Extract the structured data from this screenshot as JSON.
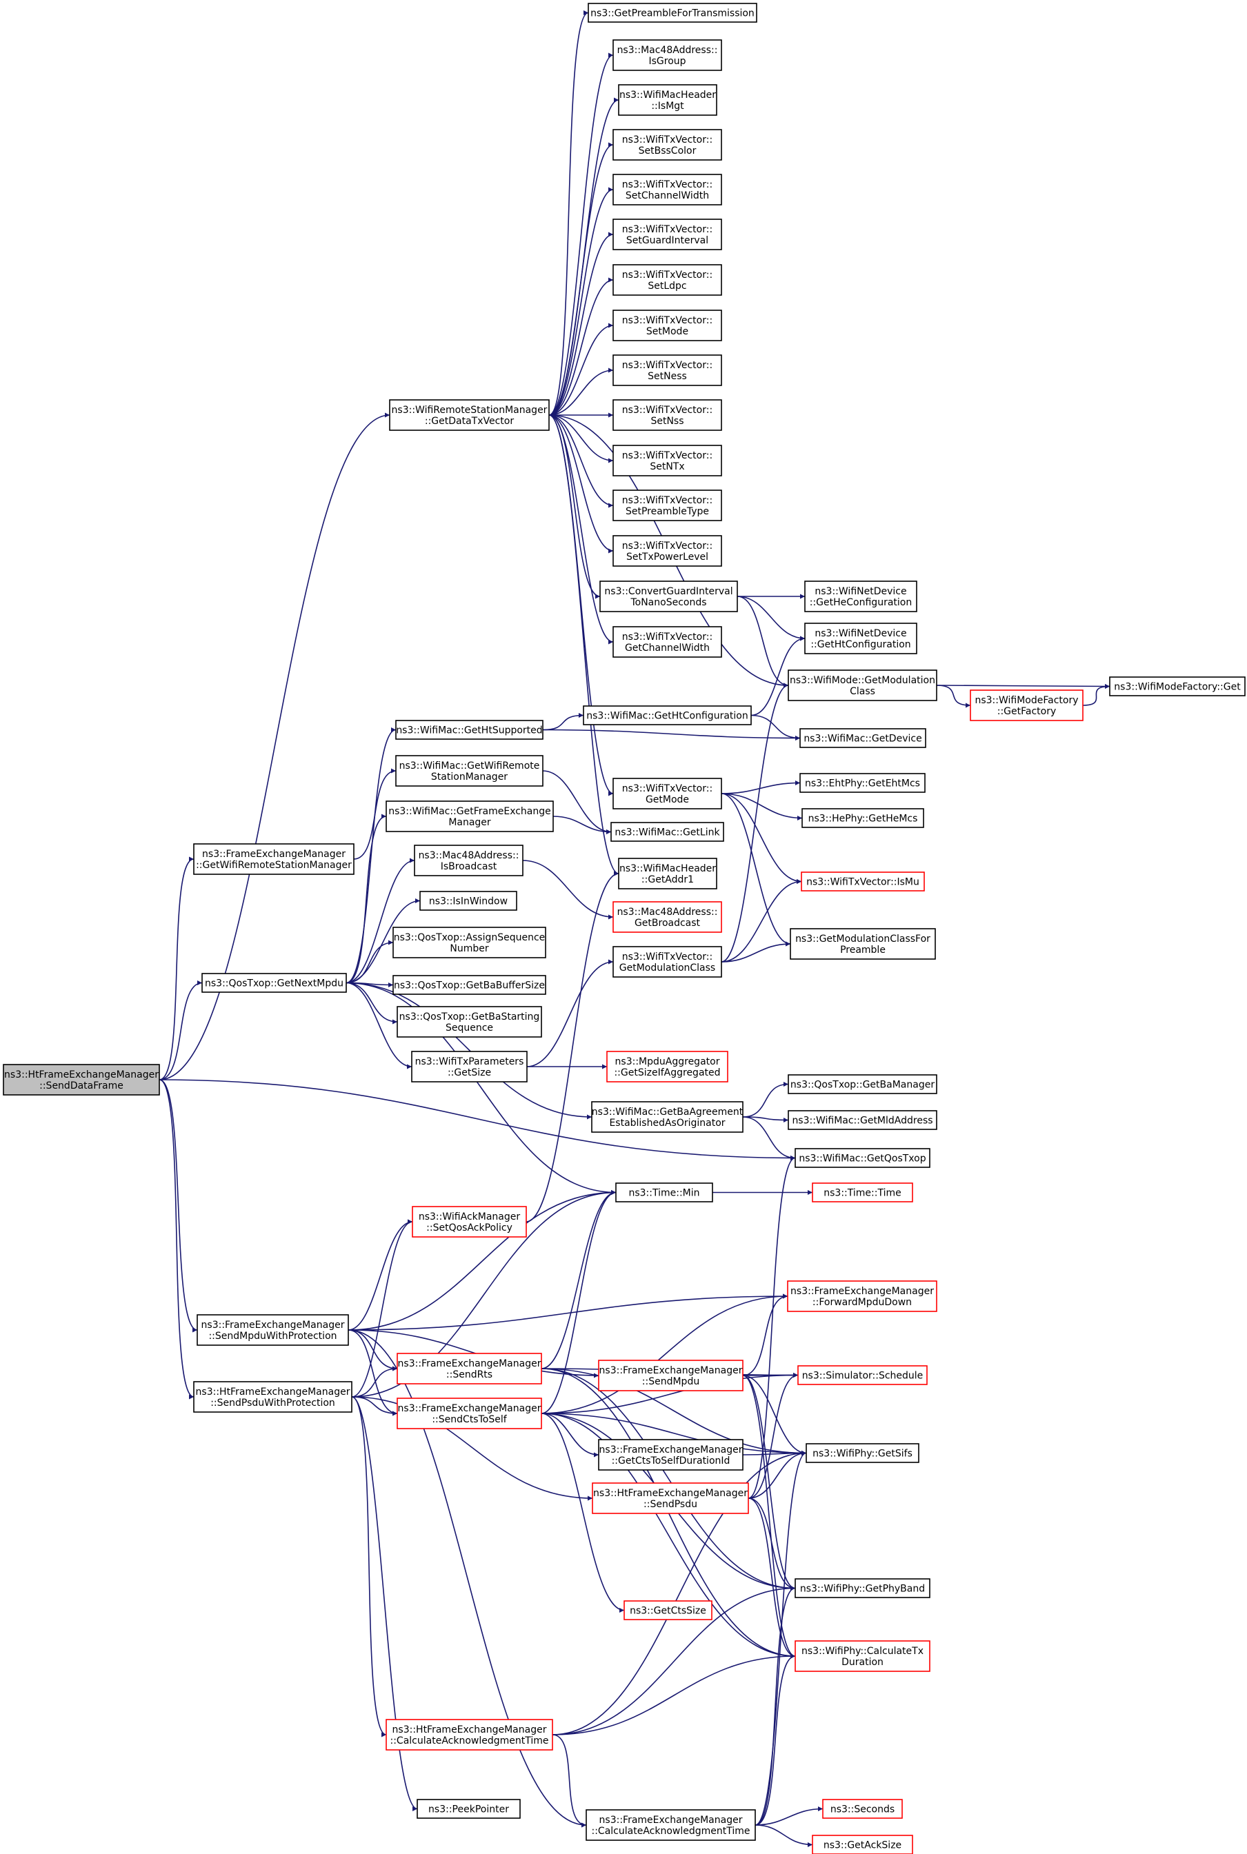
{
  "colors": {
    "edge": "#191970",
    "node_border": "#000000",
    "node_border_truncated": "#ff0000",
    "root_fill": "#bfbfbf",
    "node_fill": "#ffffff"
  },
  "root": "sendDataFrame",
  "nodes": [
    {
      "id": "sendDataFrame",
      "lines": [
        "ns3::HtFrameExchangeManager",
        "::SendDataFrame"
      ],
      "truncated": false
    },
    {
      "id": "getPreamble",
      "lines": [
        "ns3::GetPreambleForTransmission"
      ],
      "truncated": false
    },
    {
      "id": "isGroup",
      "lines": [
        "ns3::Mac48Address::",
        "IsGroup"
      ],
      "truncated": false
    },
    {
      "id": "isMgt",
      "lines": [
        "ns3::WifiMacHeader",
        "::IsMgt"
      ],
      "truncated": false
    },
    {
      "id": "setBssColor",
      "lines": [
        "ns3::WifiTxVector::",
        "SetBssColor"
      ],
      "truncated": false
    },
    {
      "id": "setChannelWidth",
      "lines": [
        "ns3::WifiTxVector::",
        "SetChannelWidth"
      ],
      "truncated": false
    },
    {
      "id": "setGuardInterval",
      "lines": [
        "ns3::WifiTxVector::",
        "SetGuardInterval"
      ],
      "truncated": false
    },
    {
      "id": "setLdpc",
      "lines": [
        "ns3::WifiTxVector::",
        "SetLdpc"
      ],
      "truncated": false
    },
    {
      "id": "setMode",
      "lines": [
        "ns3::WifiTxVector::",
        "SetMode"
      ],
      "truncated": false
    },
    {
      "id": "setNess",
      "lines": [
        "ns3::WifiTxVector::",
        "SetNess"
      ],
      "truncated": false
    },
    {
      "id": "getDataTxVector",
      "lines": [
        "ns3::WifiRemoteStationManager",
        "::GetDataTxVector"
      ],
      "truncated": false
    },
    {
      "id": "setNss",
      "lines": [
        "ns3::WifiTxVector::",
        "SetNss"
      ],
      "truncated": false
    },
    {
      "id": "setNTx",
      "lines": [
        "ns3::WifiTxVector::",
        "SetNTx"
      ],
      "truncated": false
    },
    {
      "id": "setPreambleType",
      "lines": [
        "ns3::WifiTxVector::",
        "SetPreambleType"
      ],
      "truncated": false
    },
    {
      "id": "setTxPowerLevel",
      "lines": [
        "ns3::WifiTxVector::",
        "SetTxPowerLevel"
      ],
      "truncated": false
    },
    {
      "id": "convertGI",
      "lines": [
        "ns3::ConvertGuardInterval",
        "ToNanoSeconds"
      ],
      "truncated": false
    },
    {
      "id": "getHeConfiguration",
      "lines": [
        "ns3::WifiNetDevice",
        "::GetHeConfiguration"
      ],
      "truncated": false
    },
    {
      "id": "getChannelWidth",
      "lines": [
        "ns3::WifiTxVector::",
        "GetChannelWidth"
      ],
      "truncated": false
    },
    {
      "id": "netDevGetHtConfiguration",
      "lines": [
        "ns3::WifiNetDevice",
        "::GetHtConfiguration"
      ],
      "truncated": false
    },
    {
      "id": "modeGetModulationClass",
      "lines": [
        "ns3::WifiMode::GetModulation",
        "Class"
      ],
      "truncated": false
    },
    {
      "id": "factoryGet",
      "lines": [
        "ns3::WifiModeFactory::Get"
      ],
      "truncated": false
    },
    {
      "id": "getFactory",
      "lines": [
        "ns3::WifiModeFactory",
        "::GetFactory"
      ],
      "truncated": true
    },
    {
      "id": "getHtSupported",
      "lines": [
        "ns3::WifiMac::GetHtSupported"
      ],
      "truncated": false
    },
    {
      "id": "macGetHtConfiguration",
      "lines": [
        "ns3::WifiMac::GetHtConfiguration"
      ],
      "truncated": false
    },
    {
      "id": "getDevice",
      "lines": [
        "ns3::WifiMac::GetDevice"
      ],
      "truncated": false
    },
    {
      "id": "macGetWifiRemote",
      "lines": [
        "ns3::WifiMac::GetWifiRemote",
        "StationManager"
      ],
      "truncated": false
    },
    {
      "id": "txvGetMode",
      "lines": [
        "ns3::WifiTxVector::",
        "GetMode"
      ],
      "truncated": false
    },
    {
      "id": "getEhtMcs",
      "lines": [
        "ns3::EhtPhy::GetEhtMcs"
      ],
      "truncated": false
    },
    {
      "id": "getHeMcs",
      "lines": [
        "ns3::HePhy::GetHeMcs"
      ],
      "truncated": false
    },
    {
      "id": "fem_getWifiRemote",
      "lines": [
        "ns3::FrameExchangeManager",
        "::GetWifiRemoteStationManager"
      ],
      "truncated": false
    },
    {
      "id": "getFrameExchangeManager",
      "lines": [
        "ns3::WifiMac::GetFrameExchange",
        "Manager"
      ],
      "truncated": false
    },
    {
      "id": "getLink",
      "lines": [
        "ns3::WifiMac::GetLink"
      ],
      "truncated": false
    },
    {
      "id": "isBroadcast",
      "lines": [
        "ns3::Mac48Address::",
        "IsBroadcast"
      ],
      "truncated": false
    },
    {
      "id": "getAddr1",
      "lines": [
        "ns3::WifiMacHeader",
        "::GetAddr1"
      ],
      "truncated": false
    },
    {
      "id": "isMu",
      "lines": [
        "ns3::WifiTxVector::IsMu"
      ],
      "truncated": true
    },
    {
      "id": "getBroadcast",
      "lines": [
        "ns3::Mac48Address::",
        "GetBroadcast"
      ],
      "truncated": true
    },
    {
      "id": "isInWindow",
      "lines": [
        "ns3::IsInWindow"
      ],
      "truncated": false
    },
    {
      "id": "assignSeq",
      "lines": [
        "ns3::QosTxop::AssignSequence",
        "Number"
      ],
      "truncated": false
    },
    {
      "id": "txvGetModulationClass",
      "lines": [
        "ns3::WifiTxVector::",
        "GetModulationClass"
      ],
      "truncated": false
    },
    {
      "id": "getModClassForPreamble",
      "lines": [
        "ns3::GetModulationClassFor",
        "Preamble"
      ],
      "truncated": false
    },
    {
      "id": "getNextMpdu",
      "lines": [
        "ns3::QosTxop::GetNextMpdu"
      ],
      "truncated": false
    },
    {
      "id": "getBaBufferSize",
      "lines": [
        "ns3::QosTxop::GetBaBufferSize"
      ],
      "truncated": false
    },
    {
      "id": "getBaStartingSeq",
      "lines": [
        "ns3::QosTxop::GetBaStarting",
        "Sequence"
      ],
      "truncated": false
    },
    {
      "id": "txParamsGetSize",
      "lines": [
        "ns3::WifiTxParameters",
        "::GetSize"
      ],
      "truncated": false
    },
    {
      "id": "getSizeIfAggregated",
      "lines": [
        "ns3::MpduAggregator",
        "::GetSizeIfAggregated"
      ],
      "truncated": true
    },
    {
      "id": "getBaManager",
      "lines": [
        "ns3::QosTxop::GetBaManager"
      ],
      "truncated": false
    },
    {
      "id": "getBaAgreement",
      "lines": [
        "ns3::WifiMac::GetBaAgreement",
        "EstablishedAsOriginator"
      ],
      "truncated": false
    },
    {
      "id": "getMldAddress",
      "lines": [
        "ns3::WifiMac::GetMldAddress"
      ],
      "truncated": false
    },
    {
      "id": "getQosTxop",
      "lines": [
        "ns3::WifiMac::GetQosTxop"
      ],
      "truncated": false
    },
    {
      "id": "timeMin",
      "lines": [
        "ns3::Time::Min"
      ],
      "truncated": false
    },
    {
      "id": "timeTime",
      "lines": [
        "ns3::Time::Time"
      ],
      "truncated": true
    },
    {
      "id": "setQosAckPolicy",
      "lines": [
        "ns3::WifiAckManager",
        "::SetQosAckPolicy"
      ],
      "truncated": true
    },
    {
      "id": "forwardMpduDown",
      "lines": [
        "ns3::FrameExchangeManager",
        "::ForwardMpduDown"
      ],
      "truncated": true
    },
    {
      "id": "sendMpduWithProtection",
      "lines": [
        "ns3::FrameExchangeManager",
        "::SendMpduWithProtection"
      ],
      "truncated": false
    },
    {
      "id": "sendRts",
      "lines": [
        "ns3::FrameExchangeManager",
        "::SendRts"
      ],
      "truncated": true
    },
    {
      "id": "femSendMpdu",
      "lines": [
        "ns3::FrameExchangeManager",
        "::SendMpdu"
      ],
      "truncated": true
    },
    {
      "id": "schedule",
      "lines": [
        "ns3::Simulator::Schedule"
      ],
      "truncated": true
    },
    {
      "id": "sendPsduWithProtection",
      "lines": [
        "ns3::HtFrameExchangeManager",
        "::SendPsduWithProtection"
      ],
      "truncated": false
    },
    {
      "id": "sendCtsToSelf",
      "lines": [
        "ns3::FrameExchangeManager",
        "::SendCtsToSelf"
      ],
      "truncated": true
    },
    {
      "id": "getCtsToSelfDurationId",
      "lines": [
        "ns3::FrameExchangeManager",
        "::GetCtsToSelfDurationId"
      ],
      "truncated": false
    },
    {
      "id": "getSifs",
      "lines": [
        "ns3::WifiPhy::GetSifs"
      ],
      "truncated": false
    },
    {
      "id": "htSendPsdu",
      "lines": [
        "ns3::HtFrameExchangeManager",
        "::SendPsdu"
      ],
      "truncated": true
    },
    {
      "id": "getPhyBand",
      "lines": [
        "ns3::WifiPhy::GetPhyBand"
      ],
      "truncated": false
    },
    {
      "id": "getCtsSize",
      "lines": [
        "ns3::GetCtsSize"
      ],
      "truncated": true
    },
    {
      "id": "calcTxDuration",
      "lines": [
        "ns3::WifiPhy::CalculateTx",
        "Duration"
      ],
      "truncated": true
    },
    {
      "id": "htCalcAckTime",
      "lines": [
        "ns3::HtFrameExchangeManager",
        "::CalculateAcknowledgmentTime"
      ],
      "truncated": true
    },
    {
      "id": "peekPointer",
      "lines": [
        "ns3::PeekPointer"
      ],
      "truncated": false
    },
    {
      "id": "seconds",
      "lines": [
        "ns3::Seconds"
      ],
      "truncated": true
    },
    {
      "id": "femCalcAckTime",
      "lines": [
        "ns3::FrameExchangeManager",
        "::CalculateAcknowledgmentTime"
      ],
      "truncated": false
    },
    {
      "id": "getAckSize",
      "lines": [
        "ns3::GetAckSize"
      ],
      "truncated": true
    }
  ],
  "edges": [
    [
      "sendDataFrame",
      "getDataTxVector"
    ],
    [
      "sendDataFrame",
      "fem_getWifiRemote"
    ],
    [
      "sendDataFrame",
      "getNextMpdu"
    ],
    [
      "sendDataFrame",
      "getQosTxop"
    ],
    [
      "sendDataFrame",
      "sendMpduWithProtection"
    ],
    [
      "sendDataFrame",
      "sendPsduWithProtection"
    ],
    [
      "getDataTxVector",
      "getPreamble"
    ],
    [
      "getDataTxVector",
      "isGroup"
    ],
    [
      "getDataTxVector",
      "isMgt"
    ],
    [
      "getDataTxVector",
      "setBssColor"
    ],
    [
      "getDataTxVector",
      "setChannelWidth"
    ],
    [
      "getDataTxVector",
      "setGuardInterval"
    ],
    [
      "getDataTxVector",
      "setLdpc"
    ],
    [
      "getDataTxVector",
      "setMode"
    ],
    [
      "getDataTxVector",
      "setNess"
    ],
    [
      "getDataTxVector",
      "setNss"
    ],
    [
      "getDataTxVector",
      "setNTx"
    ],
    [
      "getDataTxVector",
      "setPreambleType"
    ],
    [
      "getDataTxVector",
      "setTxPowerLevel"
    ],
    [
      "getDataTxVector",
      "convertGI"
    ],
    [
      "getDataTxVector",
      "getChannelWidth"
    ],
    [
      "getDataTxVector",
      "modeGetModulationClass"
    ],
    [
      "getDataTxVector",
      "txvGetMode"
    ],
    [
      "getDataTxVector",
      "getAddr1"
    ],
    [
      "convertGI",
      "getHeConfiguration"
    ],
    [
      "convertGI",
      "netDevGetHtConfiguration"
    ],
    [
      "convertGI",
      "modeGetModulationClass"
    ],
    [
      "modeGetModulationClass",
      "factoryGet"
    ],
    [
      "modeGetModulationClass",
      "getFactory"
    ],
    [
      "getFactory",
      "factoryGet"
    ],
    [
      "getHtSupported",
      "macGetHtConfiguration"
    ],
    [
      "getHtSupported",
      "getDevice"
    ],
    [
      "macGetHtConfiguration",
      "netDevGetHtConfiguration"
    ],
    [
      "macGetHtConfiguration",
      "getDevice"
    ],
    [
      "macGetWifiRemote",
      "getLink"
    ],
    [
      "getFrameExchangeManager",
      "getLink"
    ],
    [
      "fem_getWifiRemote",
      "macGetWifiRemote"
    ],
    [
      "txvGetMode",
      "getEhtMcs"
    ],
    [
      "txvGetMode",
      "getHeMcs"
    ],
    [
      "txvGetMode",
      "isMu"
    ],
    [
      "txvGetMode",
      "getModClassForPreamble"
    ],
    [
      "isBroadcast",
      "getBroadcast"
    ],
    [
      "txvGetModulationClass",
      "modeGetModulationClass"
    ],
    [
      "txvGetModulationClass",
      "isMu"
    ],
    [
      "txvGetModulationClass",
      "getModClassForPreamble"
    ],
    [
      "getNextMpdu",
      "getHtSupported"
    ],
    [
      "getNextMpdu",
      "getFrameExchangeManager"
    ],
    [
      "getNextMpdu",
      "isBroadcast"
    ],
    [
      "getNextMpdu",
      "isInWindow"
    ],
    [
      "getNextMpdu",
      "assignSeq"
    ],
    [
      "getNextMpdu",
      "getBaBufferSize"
    ],
    [
      "getNextMpdu",
      "getBaStartingSeq"
    ],
    [
      "getNextMpdu",
      "txParamsGetSize"
    ],
    [
      "getNextMpdu",
      "getBaAgreement"
    ],
    [
      "getNextMpdu",
      "timeMin"
    ],
    [
      "txParamsGetSize",
      "txvGetModulationClass"
    ],
    [
      "txParamsGetSize",
      "getSizeIfAggregated"
    ],
    [
      "getBaAgreement",
      "getBaManager"
    ],
    [
      "getBaAgreement",
      "getMldAddress"
    ],
    [
      "getBaAgreement",
      "getQosTxop"
    ],
    [
      "timeMin",
      "timeTime"
    ],
    [
      "setQosAckPolicy",
      "getAddr1"
    ],
    [
      "sendMpduWithProtection",
      "setQosAckPolicy"
    ],
    [
      "sendMpduWithProtection",
      "timeMin"
    ],
    [
      "sendMpduWithProtection",
      "forwardMpduDown"
    ],
    [
      "sendMpduWithProtection",
      "sendRts"
    ],
    [
      "sendMpduWithProtection",
      "femSendMpdu"
    ],
    [
      "sendMpduWithProtection",
      "sendCtsToSelf"
    ],
    [
      "sendMpduWithProtection",
      "femCalcAckTime"
    ],
    [
      "sendPsduWithProtection",
      "setQosAckPolicy"
    ],
    [
      "sendPsduWithProtection",
      "timeMin"
    ],
    [
      "sendPsduWithProtection",
      "sendRts"
    ],
    [
      "sendPsduWithProtection",
      "sendCtsToSelf"
    ],
    [
      "sendPsduWithProtection",
      "htSendPsdu"
    ],
    [
      "sendPsduWithProtection",
      "htCalcAckTime"
    ],
    [
      "sendPsduWithProtection",
      "peekPointer"
    ],
    [
      "sendRts",
      "timeMin"
    ],
    [
      "sendRts",
      "schedule"
    ],
    [
      "sendRts",
      "getSifs"
    ],
    [
      "sendRts",
      "getPhyBand"
    ],
    [
      "sendRts",
      "calcTxDuration"
    ],
    [
      "sendCtsToSelf",
      "timeMin"
    ],
    [
      "sendCtsToSelf",
      "forwardMpduDown"
    ],
    [
      "sendCtsToSelf",
      "schedule"
    ],
    [
      "sendCtsToSelf",
      "getCtsToSelfDurationId"
    ],
    [
      "sendCtsToSelf",
      "getSifs"
    ],
    [
      "sendCtsToSelf",
      "getPhyBand"
    ],
    [
      "sendCtsToSelf",
      "getCtsSize"
    ],
    [
      "sendCtsToSelf",
      "calcTxDuration"
    ],
    [
      "femSendMpdu",
      "forwardMpduDown"
    ],
    [
      "femSendMpdu",
      "schedule"
    ],
    [
      "femSendMpdu",
      "getSifs"
    ],
    [
      "femSendMpdu",
      "getPhyBand"
    ],
    [
      "femSendMpdu",
      "calcTxDuration"
    ],
    [
      "htSendPsdu",
      "getQosTxop"
    ],
    [
      "htSendPsdu",
      "schedule"
    ],
    [
      "htSendPsdu",
      "getSifs"
    ],
    [
      "htSendPsdu",
      "getPhyBand"
    ],
    [
      "htSendPsdu",
      "calcTxDuration"
    ],
    [
      "getCtsToSelfDurationId",
      "getSifs"
    ],
    [
      "htCalcAckTime",
      "getSifs"
    ],
    [
      "htCalcAckTime",
      "getPhyBand"
    ],
    [
      "htCalcAckTime",
      "calcTxDuration"
    ],
    [
      "htCalcAckTime",
      "femCalcAckTime"
    ],
    [
      "femCalcAckTime",
      "getSifs"
    ],
    [
      "femCalcAckTime",
      "getPhyBand"
    ],
    [
      "femCalcAckTime",
      "calcTxDuration"
    ],
    [
      "femCalcAckTime",
      "seconds"
    ],
    [
      "femCalcAckTime",
      "getAckSize"
    ]
  ]
}
